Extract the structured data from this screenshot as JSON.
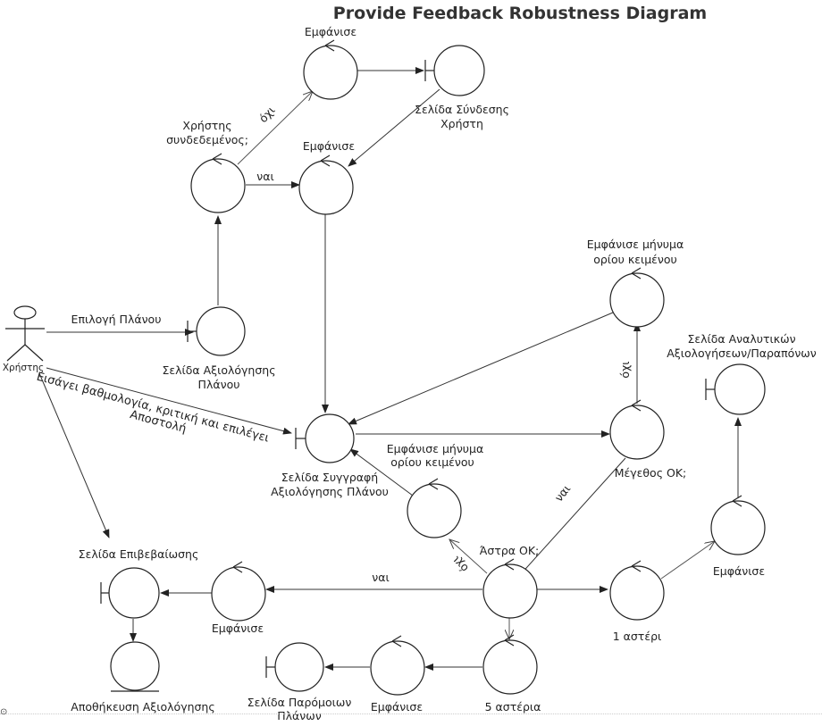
{
  "title": "Provide Feedback Robustness Diagram",
  "actor": {
    "label": "Χρήστης"
  },
  "labels": {
    "show_top": "Εμφάνισε",
    "login_page": [
      "Σελίδα Σύνδεσης",
      "Χρήστη"
    ],
    "user_connected": [
      "Χρήστης",
      "συνδεδεμένος;"
    ],
    "show_mid": "Εμφάνισε",
    "no_1": "όχι",
    "yes_1": "ναι",
    "select_plan": "Επιλογή Πλάνου",
    "eval_page": [
      "Σελίδα Αξιολόγησης",
      "Πλάνου"
    ],
    "inputs": [
      "Εισάγει βαθμολογία, κριτική και επιλέγει",
      "Αποστολή"
    ],
    "write_page": [
      "Σελίδα Συγγραφή",
      "Αξιολόγησης Πλάνου"
    ],
    "limit_msg_top": [
      "Εμφάνισε μήνυμα",
      "ορίου κειμένου"
    ],
    "no_2": "όχι",
    "size_ok": "Μέγεθος ΟΚ;",
    "limit_msg_mid": [
      "Εμφάνισε μήνυμα",
      "ορίου κειμένου"
    ],
    "yes_2": "ναι",
    "stars_ok": "Άστρα ΟΚ;",
    "no_3": "όχι",
    "yes_3": "ναι",
    "detailed_page": [
      "Σελίδα Αναλυτικών",
      "Αξιολογήσεων/Παραπόνων"
    ],
    "show_right": "Εμφάνισε",
    "one_star": "1 αστέρι",
    "confirm_page": "Σελίδα Επιβεβαίωσης",
    "show_confirm": "Εμφάνισε",
    "save_eval": "Αποθήκευση Αξιολόγησης",
    "similar_page": [
      "Σελίδα Παρόμοιων",
      "Πλάνων"
    ],
    "show_similar": "Εμφάνισε",
    "five_stars": "5 αστέρια"
  },
  "colors": {
    "stroke": "#222222",
    "arrow": "#333333",
    "text": "#222222",
    "title": "#333333"
  }
}
